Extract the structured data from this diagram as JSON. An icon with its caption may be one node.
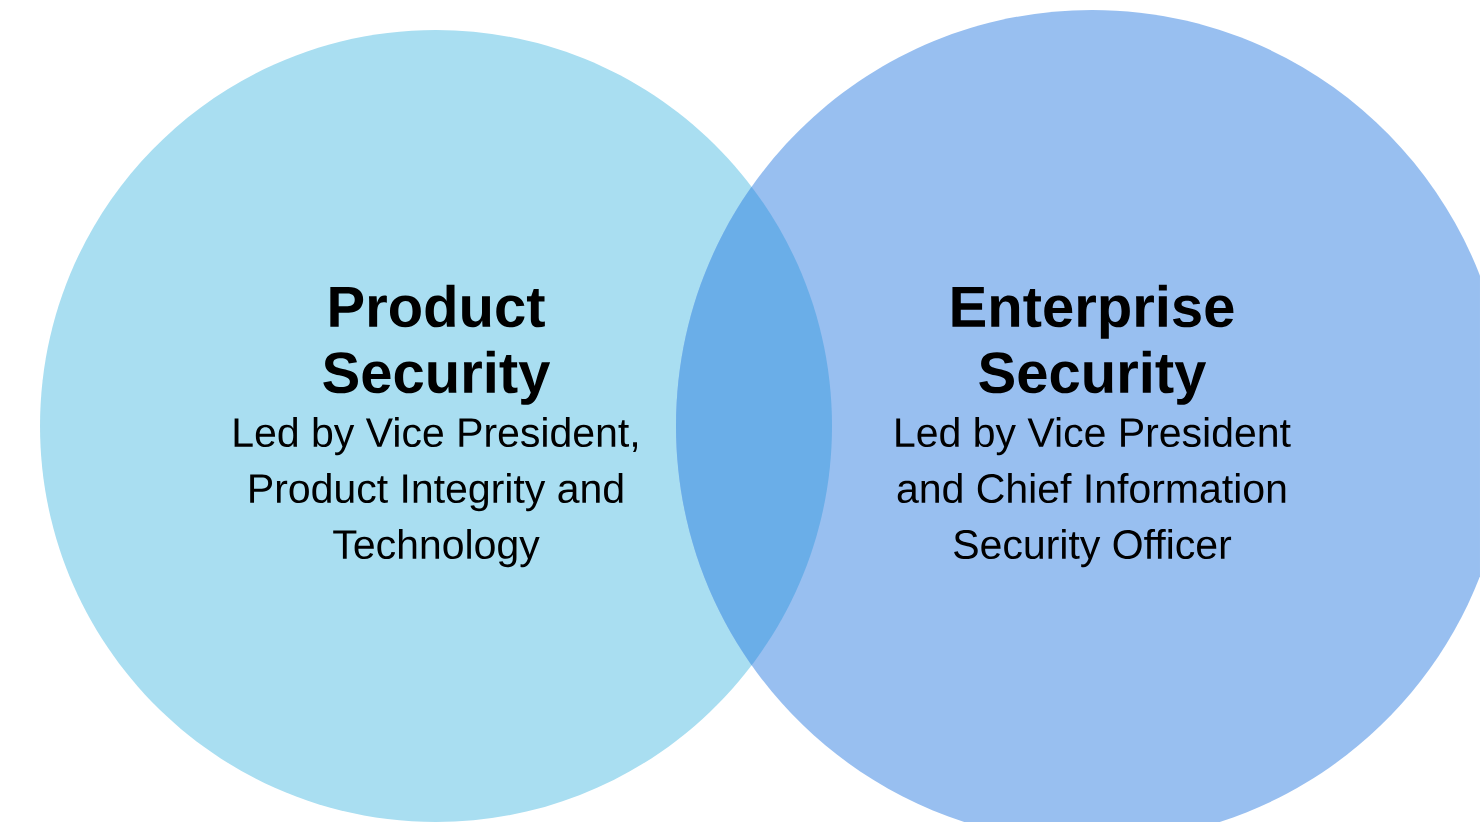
{
  "diagram": {
    "nodes": [
      {
        "text": [
          "Product Security",
          "Led by Vice President, Product Integrity and Technology"
        ]
      },
      {
        "text": [
          "Enterprise Security",
          "Led by Vice President and Chief Information Security Officer"
        ]
      }
    ]
  }
}
